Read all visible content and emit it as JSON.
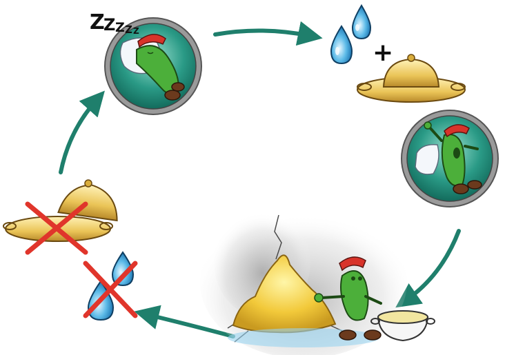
{
  "diagram": {
    "sleep_text": "ZZZZZ",
    "plus_sign": "+"
  },
  "colors": {
    "arrow": "#1f7f6c",
    "medallion_bg": "#1f8c7a",
    "medallion_ring": "#8a8a8a",
    "bean_green": "#4caf3a",
    "cap_red": "#d8332a",
    "water_blue": "#2f9ad4",
    "food_yellow": "#f2c93a",
    "dish_gold": "#e6c45a",
    "cross_red": "#e0352b"
  },
  "icons": [
    "sleeping-bean-medallion",
    "water-drops-icon",
    "food-dish-icon",
    "waking-bean-medallion",
    "spore-cloud-bean",
    "crossed-dish-icon",
    "crossed-water-icon"
  ]
}
